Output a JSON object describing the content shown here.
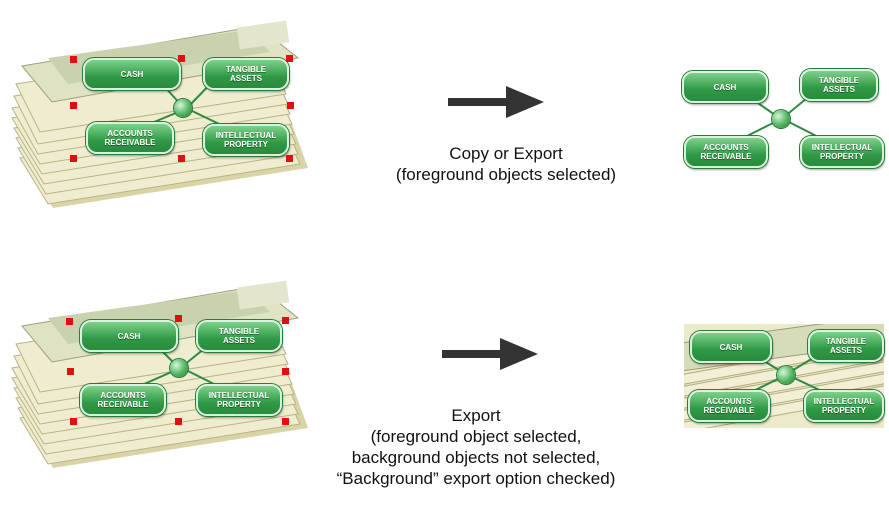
{
  "colors": {
    "node_fill": "#2f9a45",
    "selection_handle": "#e01010",
    "arrow": "#333333",
    "money": "#e9e6c4"
  },
  "nodes": {
    "cash": "CASH",
    "tangible_line1": "TANGIBLE",
    "tangible_line2": "ASSETS",
    "accounts_line1": "ACCOUNTS",
    "accounts_line2": "RECEIVABLE",
    "intellectual_line1": "INTELLECTUAL",
    "intellectual_line2": "PROPERTY"
  },
  "captions": {
    "top_line1": "Copy or Export",
    "top_line2": "(foreground objects selected)",
    "bottom_line1": "Export",
    "bottom_line2": "(foreground object selected,",
    "bottom_line3": "background objects not selected,",
    "bottom_line4": "“Background” export option checked)"
  }
}
